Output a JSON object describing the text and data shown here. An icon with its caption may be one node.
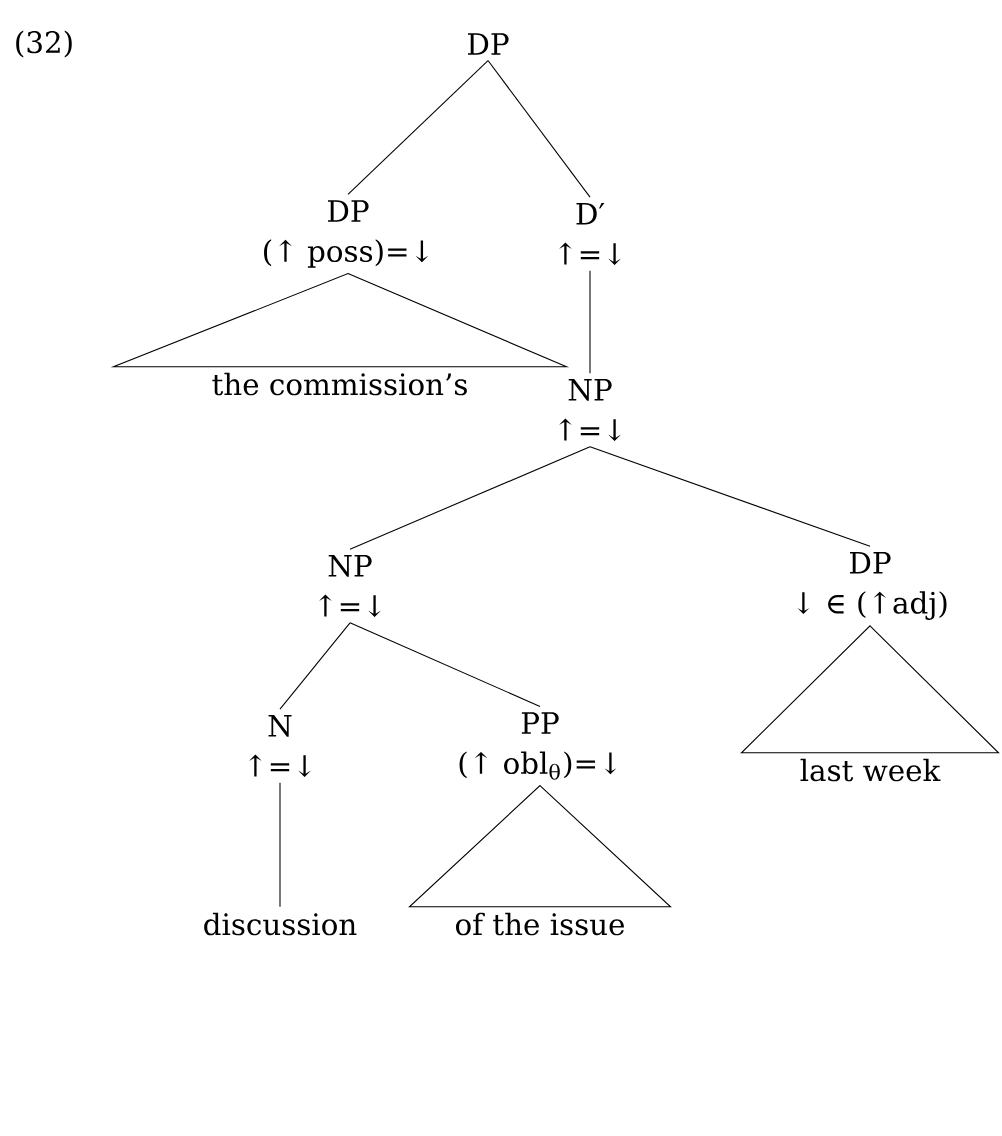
{
  "diagram": {
    "nodes": [
      {
        "text": [
          "DP"
        ]
      },
      {
        "text": [
          "DP",
          "(↑ poss)=↓"
        ]
      },
      {
        "text": [
          "D′",
          "↑=↓"
        ]
      },
      {
        "text": [
          "the commission’s"
        ]
      },
      {
        "text": [
          "NP",
          "↑=↓"
        ]
      },
      {
        "text": [
          "NP",
          "↑=↓"
        ]
      },
      {
        "text": [
          "DP",
          "↓ ∈ (↑adj)"
        ]
      },
      {
        "text": [
          "N",
          "↑=↓"
        ]
      },
      {
        "text": [
          "PP",
          "(↑ obl$_{θ}$)=↓"
        ]
      },
      {
        "text": [
          "last week"
        ]
      },
      {
        "text": [
          "discussion"
        ]
      },
      {
        "text": [
          "of the issue"
        ]
      }
    ],
    "edges": [
      {
        "from": 0,
        "to": 1,
        "arrow": "none"
      },
      {
        "from": 0,
        "to": 2,
        "arrow": "none"
      },
      {
        "from": 1,
        "to": 3,
        "arrow": "none"
      },
      {
        "from": 2,
        "to": 4,
        "arrow": "none"
      },
      {
        "from": 4,
        "to": 5,
        "arrow": "none"
      },
      {
        "from": 4,
        "to": 6,
        "arrow": "none"
      },
      {
        "from": 6,
        "to": 9,
        "arrow": "none"
      },
      {
        "from": 5,
        "to": 7,
        "arrow": "none"
      },
      {
        "from": 5,
        "to": 8,
        "arrow": "none"
      },
      {
        "from": 7,
        "to": 10,
        "arrow": "none"
      },
      {
        "from": 8,
        "to": 11,
        "arrow": "none"
      }
    ],
    "labels": [
      "(32)"
    ]
  }
}
